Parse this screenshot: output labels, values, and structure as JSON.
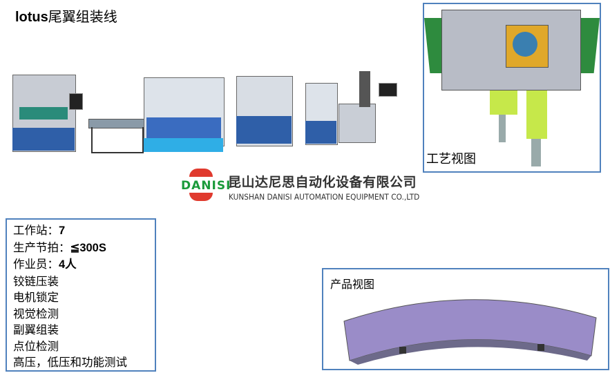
{
  "title": {
    "latin": "lotus",
    "cjk": "尾翼组装线"
  },
  "logo": {
    "brand": "DANISI",
    "cn_name": "昆山达尼思自动化设备有限公司",
    "en_name": "KUNSHAN DANISI AUTOMATION EQUIPMENT CO.,LTD",
    "colors": {
      "gear": "#e03a2e",
      "text": "#1a9a3a"
    }
  },
  "process_view": {
    "label": "工艺视图"
  },
  "product_view": {
    "label": "产品视图"
  },
  "info": {
    "lines": [
      {
        "label": "工作站：",
        "value": "7"
      },
      {
        "label": "生产节拍：",
        "value": "≦300S"
      },
      {
        "label": "作业员：",
        "value": "4人"
      }
    ],
    "processes": [
      "铰链压装",
      "电机锁定",
      "视觉检测",
      "副翼组装",
      "点位检测",
      "高压，低压和功能测试"
    ]
  }
}
